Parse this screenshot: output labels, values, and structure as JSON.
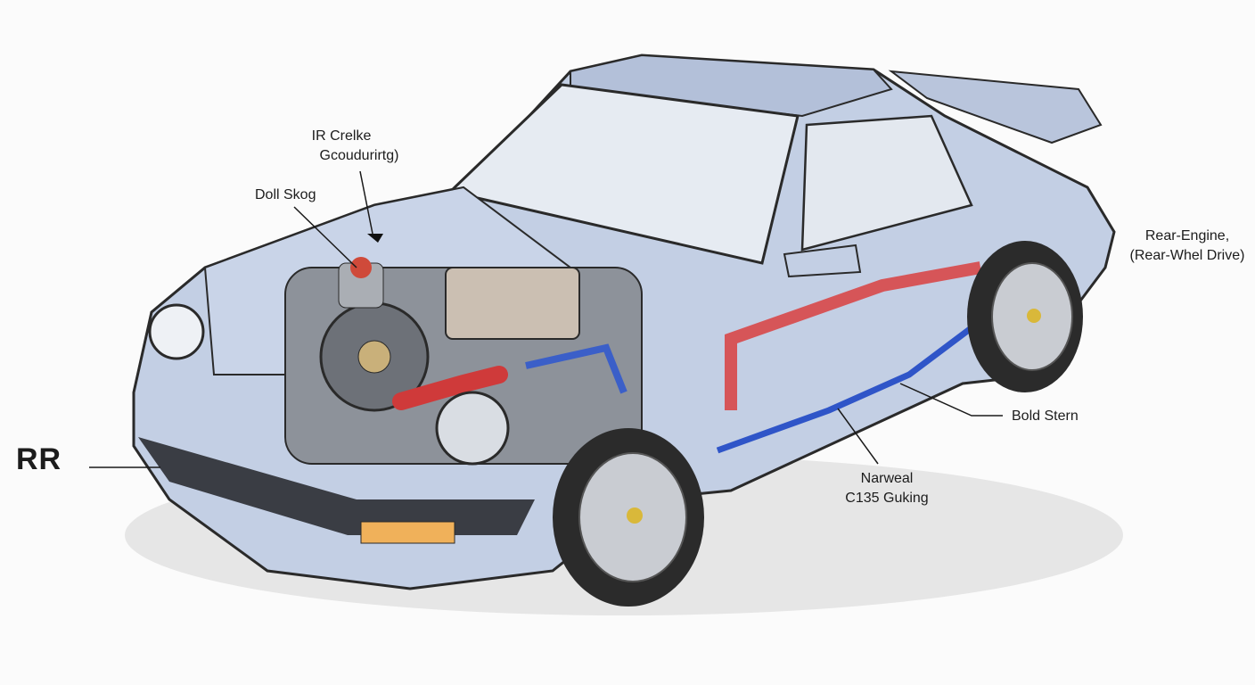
{
  "labels": {
    "ir_line1": "IR Crelke",
    "ir_line2": "Gcoudurirtg)",
    "doll_skog": "Doll Skog",
    "rr": "RR",
    "rear_line1": "Rear-Engine,",
    "rear_line2": "(Rear-Whel Drive)",
    "bold_stern": "Bold Stern",
    "narweal_line1": "Narweal",
    "narweal_line2": "C135 Guking"
  },
  "colors": {
    "body": "#c3cfe4",
    "outline": "#2a2a2a",
    "red_duct": "#d94040",
    "blue_duct": "#2f55c8",
    "tire": "#2b2b2b",
    "wheel": "#c9ccd2"
  }
}
